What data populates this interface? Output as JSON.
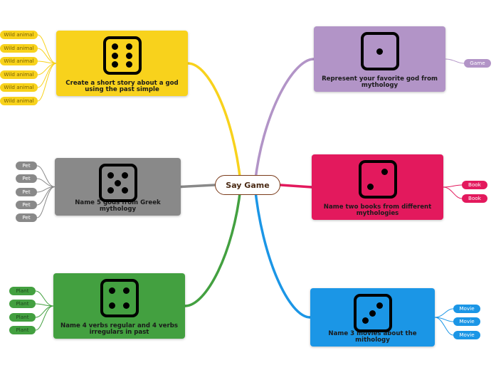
{
  "central": {
    "label": "Say Game"
  },
  "topics": {
    "six": {
      "label": "Create a short story about a god using the past simple",
      "color": "#f8d21c",
      "text_color": "#1a1a1a",
      "dice": 6
    },
    "five": {
      "label": "Name 5 gods from Greek mythology",
      "color": "#898989",
      "text_color": "#1a1a1a",
      "dice": 5
    },
    "four": {
      "label": "Name 4 verbs regular and 4 verbs irregulars in past",
      "color": "#43a040",
      "text_color": "#1a1a1a",
      "dice": 4
    },
    "one": {
      "label": "Represent your favorite god from mythology",
      "color": "#b294c7",
      "text_color": "#1a1a1a",
      "dice": 1
    },
    "two": {
      "label": "Name two books from different mythologies",
      "color": "#e3195d",
      "text_color": "#1a1a1a",
      "dice": 2
    },
    "three": {
      "label": "Name 3 movies about the mithology",
      "color": "#1b96e6",
      "text_color": "#1a1a1a",
      "dice": 3
    }
  },
  "pills": {
    "six": [
      "Wild animal",
      "Wild animal",
      "Wild animal",
      "Wild animal",
      "Wild animal",
      "Wild animal"
    ],
    "five": [
      "Pet",
      "Pet",
      "Pet",
      "Pet",
      "Pet"
    ],
    "four": [
      "Plant",
      "Plant",
      "Plant",
      "Plant"
    ],
    "one": [
      "Game"
    ],
    "two": [
      "Book",
      "Book"
    ],
    "three": [
      "Movie",
      "Movie",
      "Movie"
    ]
  },
  "pill_colors": {
    "six": {
      "bg": "#f8d21c",
      "text": "#7a6200"
    },
    "five": {
      "bg": "#898989",
      "text": "#ffffff"
    },
    "four": {
      "bg": "#43a040",
      "text": "#1d4a1b"
    },
    "one": {
      "bg": "#b294c7",
      "text": "#ffffff"
    },
    "two": {
      "bg": "#e3195d",
      "text": "#ffffff"
    },
    "three": {
      "bg": "#1b96e6",
      "text": "#ffffff"
    }
  },
  "central_color": "#7a3b1a"
}
